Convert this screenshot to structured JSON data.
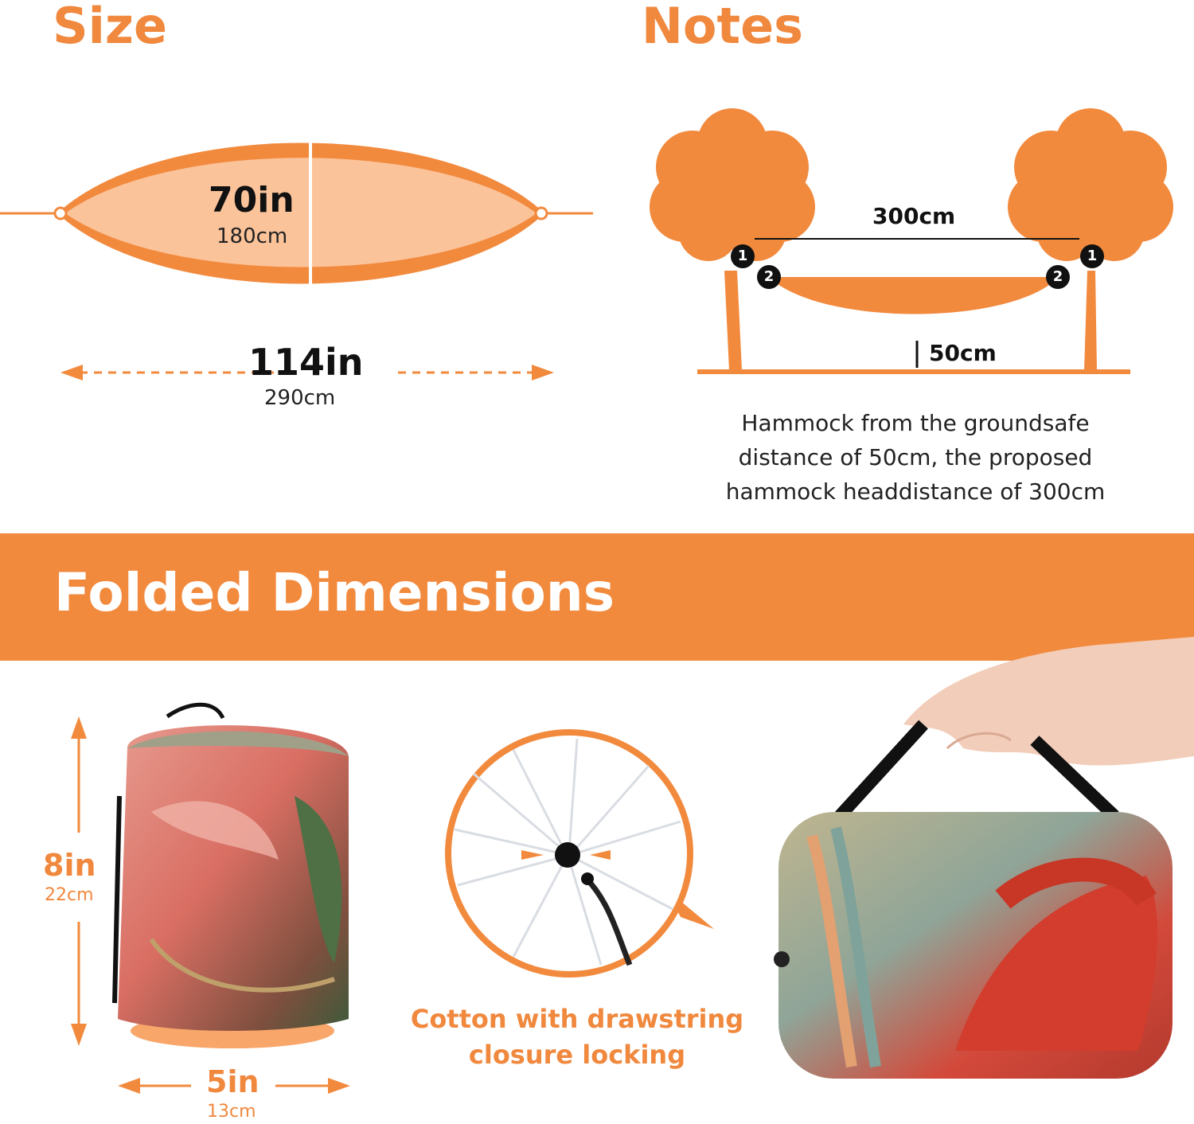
{
  "size_section": {
    "heading": "Size",
    "width_in": "70in",
    "width_cm": "180cm",
    "length_in": "114in",
    "length_cm": "290cm"
  },
  "notes_section": {
    "heading": "Notes",
    "span_label": "300cm",
    "height_label": "50cm",
    "marker_1": "1",
    "marker_2": "2",
    "text_line_1": "Hammock from the groundsafe",
    "text_line_2": "distance of 50cm, the proposed",
    "text_line_3": "hammock headdistance of 300cm"
  },
  "folded_section": {
    "banner_title": "Folded Dimensions",
    "height_in": "8in",
    "height_cm": "22cm",
    "width_in": "5in",
    "width_cm": "13cm",
    "caption_line_1": "Cotton with drawstring",
    "caption_line_2": "closure locking"
  },
  "colors": {
    "accent": "#f28a3e",
    "hammock_light": "#fbc39a",
    "text_dark": "#111111"
  }
}
